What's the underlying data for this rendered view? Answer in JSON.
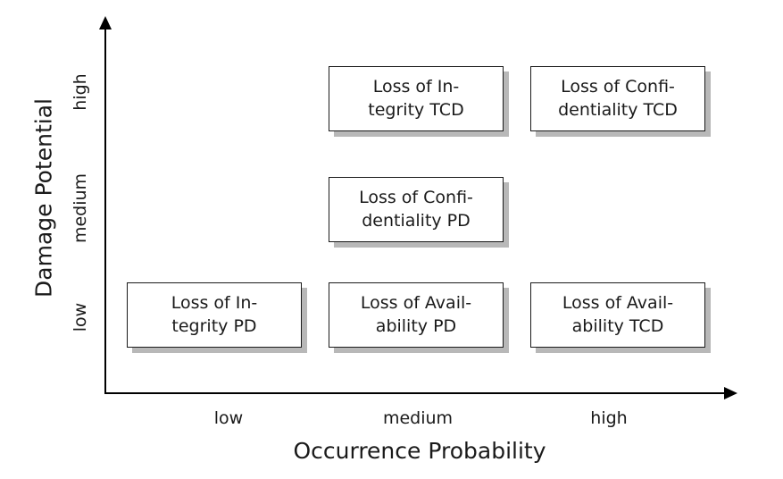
{
  "chart_data": {
    "type": "table",
    "title": "",
    "xlabel": "Occurrence Probability",
    "ylabel": "Damage Potential",
    "x_categories": [
      "low",
      "medium",
      "high"
    ],
    "y_categories": [
      "low",
      "medium",
      "high"
    ],
    "grid": false,
    "legend": "none",
    "cells": [
      {
        "x": "medium",
        "y": "high",
        "label": "Loss of In-\ntegrity TCD",
        "line1": "Loss of In-",
        "line2": "tegrity TCD"
      },
      {
        "x": "high",
        "y": "high",
        "label": "Loss of Confi-\ndentiality TCD",
        "line1": "Loss of Confi-",
        "line2": "dentiality TCD"
      },
      {
        "x": "medium",
        "y": "medium",
        "label": "Loss of Confi-\ndentiality PD",
        "line1": "Loss of Confi-",
        "line2": "dentiality PD"
      },
      {
        "x": "low",
        "y": "low",
        "label": "Loss of In-\ntegrity PD",
        "line1": "Loss of In-",
        "line2": "tegrity PD"
      },
      {
        "x": "medium",
        "y": "low",
        "label": "Loss of Avail-\nability PD",
        "line1": "Loss of Avail-",
        "line2": "ability PD"
      },
      {
        "x": "high",
        "y": "low",
        "label": "Loss of Avail-\nability TCD",
        "line1": "Loss of Avail-",
        "line2": "ability TCD"
      }
    ]
  },
  "axes": {
    "y_title": "Damage Potential",
    "x_title": "Occurrence Probability",
    "y_ticks": [
      {
        "label": "high"
      },
      {
        "label": "medium"
      },
      {
        "label": "low"
      }
    ],
    "x_ticks": [
      {
        "label": "low"
      },
      {
        "label": "medium"
      },
      {
        "label": "high"
      }
    ]
  },
  "colors": {
    "axis": "#1a1a1a",
    "box_border": "#1a1a1a",
    "box_fill": "#ffffff",
    "box_shadow": "#b8b8b8",
    "text": "#1a1a1a",
    "background": "#ffffff"
  },
  "boxes": {
    "integrity_tcd": {
      "line1": "Loss of In-",
      "line2": "tegrity TCD"
    },
    "confidentiality_tcd": {
      "line1": "Loss of Confi-",
      "line2": "dentiality TCD"
    },
    "confidentiality_pd": {
      "line1": "Loss of Confi-",
      "line2": "dentiality PD"
    },
    "integrity_pd": {
      "line1": "Loss of In-",
      "line2": "tegrity PD"
    },
    "availability_pd": {
      "line1": "Loss of Avail-",
      "line2": "ability PD"
    },
    "availability_tcd": {
      "line1": "Loss of Avail-",
      "line2": "ability TCD"
    }
  }
}
